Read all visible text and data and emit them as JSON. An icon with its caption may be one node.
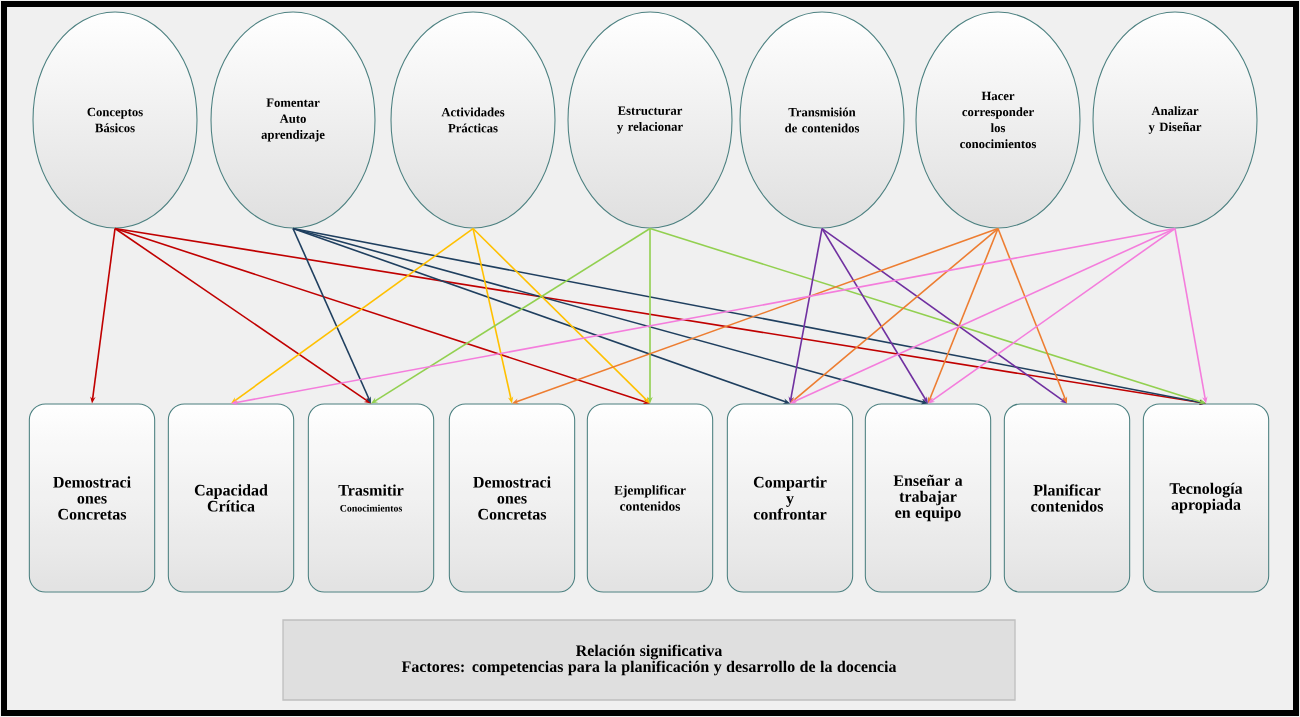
{
  "diagram": {
    "nodes": [
      {
        "text": [
          "Conceptos Básicos"
        ]
      },
      {
        "text": [
          "Fomentar Auto aprendizaje"
        ]
      },
      {
        "text": [
          "Actividades Prácticas"
        ]
      },
      {
        "text": [
          "Estructurar y relacionar"
        ]
      },
      {
        "text": [
          "Transmisión de contenidos"
        ]
      },
      {
        "text": [
          "Hacer corresponder los conocimientos"
        ]
      },
      {
        "text": [
          "Analizar y Diseñar"
        ]
      },
      {
        "text": [
          "Demostraci ones Concretas"
        ]
      },
      {
        "text": [
          "Capacidad Crítica"
        ]
      },
      {
        "text": [
          "Trasmitir",
          "Conocimientos"
        ]
      },
      {
        "text": [
          "Demostraci ones Concretas"
        ]
      },
      {
        "text": [
          "Ejemplificar contenidos"
        ]
      },
      {
        "text": [
          "Compartir y confrontar"
        ]
      },
      {
        "text": [
          "Enseñar a trabajar en equipo"
        ]
      },
      {
        "text": [
          "Planificar contenidos"
        ]
      },
      {
        "text": [
          "Tecnología apropiada"
        ]
      },
      {
        "text": [
          "Relación significativa",
          "Factores:  competencias para la planificación y desarrollo de la docencia"
        ]
      }
    ],
    "edges": [
      {
        "from": 0,
        "to": 7,
        "arrow": "to",
        "color": "#c00000"
      },
      {
        "from": 0,
        "to": 9,
        "arrow": "to",
        "color": "#c00000"
      },
      {
        "from": 0,
        "to": 11,
        "arrow": "to",
        "color": "#c00000"
      },
      {
        "from": 0,
        "to": 15,
        "arrow": "to",
        "color": "#c00000"
      },
      {
        "from": 1,
        "to": 9,
        "arrow": "to",
        "color": "#1f3f5f"
      },
      {
        "from": 1,
        "to": 12,
        "arrow": "to",
        "color": "#1f3f5f"
      },
      {
        "from": 1,
        "to": 13,
        "arrow": "to",
        "color": "#1f3f5f"
      },
      {
        "from": 1,
        "to": 15,
        "arrow": "to",
        "color": "#1f3f5f"
      },
      {
        "from": 2,
        "to": 8,
        "arrow": "to",
        "color": "#ffc000"
      },
      {
        "from": 2,
        "to": 10,
        "arrow": "to",
        "color": "#ffc000"
      },
      {
        "from": 2,
        "to": 11,
        "arrow": "to",
        "color": "#ffc000"
      },
      {
        "from": 3,
        "to": 9,
        "arrow": "to",
        "color": "#92d050"
      },
      {
        "from": 3,
        "to": 11,
        "arrow": "to",
        "color": "#92d050"
      },
      {
        "from": 3,
        "to": 15,
        "arrow": "to",
        "color": "#92d050"
      },
      {
        "from": 4,
        "to": 12,
        "arrow": "to",
        "color": "#7030a0"
      },
      {
        "from": 4,
        "to": 13,
        "arrow": "to",
        "color": "#7030a0"
      },
      {
        "from": 4,
        "to": 14,
        "arrow": "to",
        "color": "#7030a0"
      },
      {
        "from": 5,
        "to": 10,
        "arrow": "to",
        "color": "#ed7d31"
      },
      {
        "from": 5,
        "to": 12,
        "arrow": "to",
        "color": "#ed7d31"
      },
      {
        "from": 5,
        "to": 13,
        "arrow": "to",
        "color": "#ed7d31"
      },
      {
        "from": 5,
        "to": 14,
        "arrow": "to",
        "color": "#ed7d31"
      },
      {
        "from": 6,
        "to": 8,
        "arrow": "to",
        "color": "#f47ddc"
      },
      {
        "from": 6,
        "to": 12,
        "arrow": "to",
        "color": "#f47ddc"
      },
      {
        "from": 6,
        "to": 13,
        "arrow": "to",
        "color": "#f47ddc"
      },
      {
        "from": 6,
        "to": 15,
        "arrow": "to",
        "color": "#f47ddc"
      }
    ]
  }
}
